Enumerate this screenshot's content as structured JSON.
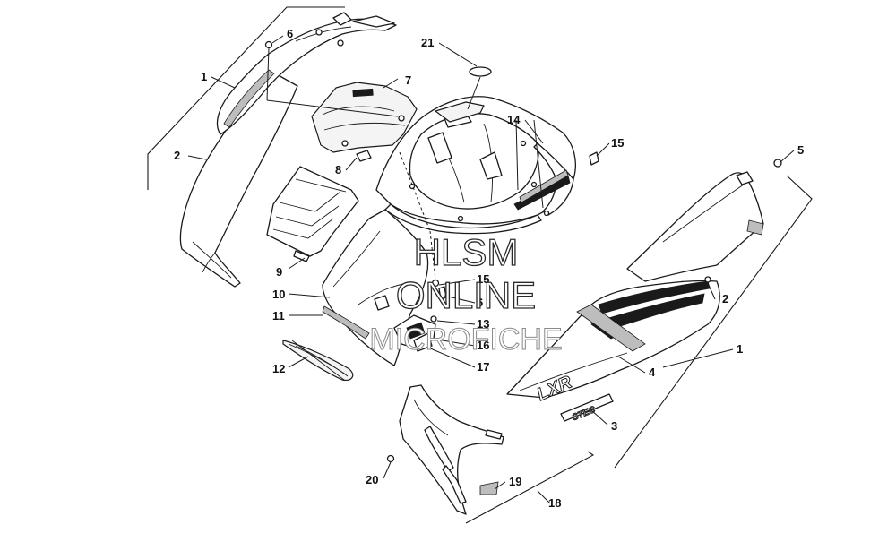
{
  "callouts": {
    "c1a": "1",
    "c2a": "2",
    "c6a": "6",
    "c7": "7",
    "c8": "8",
    "c9": "9",
    "c10": "10",
    "c11": "11",
    "c12": "12",
    "c13": "13",
    "c14": "14",
    "c15a": "15",
    "c15b": "15",
    "c6b": "6",
    "c16": "16",
    "c17": "17",
    "c18": "18",
    "c19": "19",
    "c20": "20",
    "c21": "21",
    "c5": "5",
    "c2b": "2",
    "c1b": "1",
    "c4": "4",
    "c3": "3"
  },
  "decals": {
    "model": "LXR",
    "badge": "STEC"
  },
  "watermark": {
    "line1": "HLSM",
    "line2": "ONLINE",
    "line3": "MICROFICHE"
  }
}
